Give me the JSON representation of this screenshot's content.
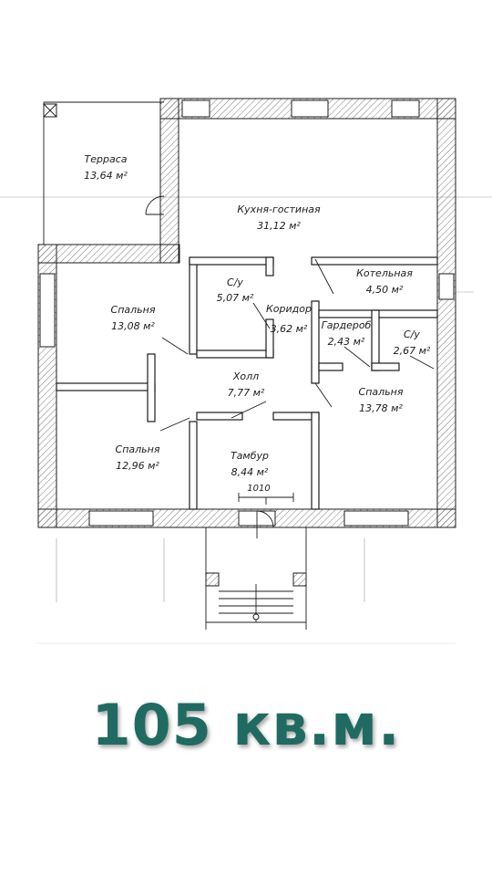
{
  "rooms": [
    {
      "id": "terrace",
      "name": "Терраса",
      "area": "13,64 м²"
    },
    {
      "id": "kitchen",
      "name": "Кухня-гостиная",
      "area": "31,12 м²"
    },
    {
      "id": "boiler",
      "name": "Котельная",
      "area": "4,50 м²"
    },
    {
      "id": "bath1",
      "name": "С/у",
      "area": "5,07 м²"
    },
    {
      "id": "corridor",
      "name": "Коридор",
      "area": "3,62 м²"
    },
    {
      "id": "bedroom1",
      "name": "Спальня",
      "area": "13,08 м²"
    },
    {
      "id": "wardrobe",
      "name": "Гардероб",
      "area": "2,43 м²"
    },
    {
      "id": "bath2",
      "name": "С/у",
      "area": "2,67 м²"
    },
    {
      "id": "hall",
      "name": "Холл",
      "area": "7,77 м²"
    },
    {
      "id": "bedroom3",
      "name": "Спальня",
      "area": "13,78 м²"
    },
    {
      "id": "bedroom2",
      "name": "Спальня",
      "area": "12,96 м²"
    },
    {
      "id": "vestibule",
      "name": "Тамбур",
      "area": "8,44 м²"
    }
  ],
  "dimension": "1010",
  "caption": "105 кв.м.",
  "colors": {
    "caption": "#1f6b62",
    "lines": "#1c1c1c"
  }
}
